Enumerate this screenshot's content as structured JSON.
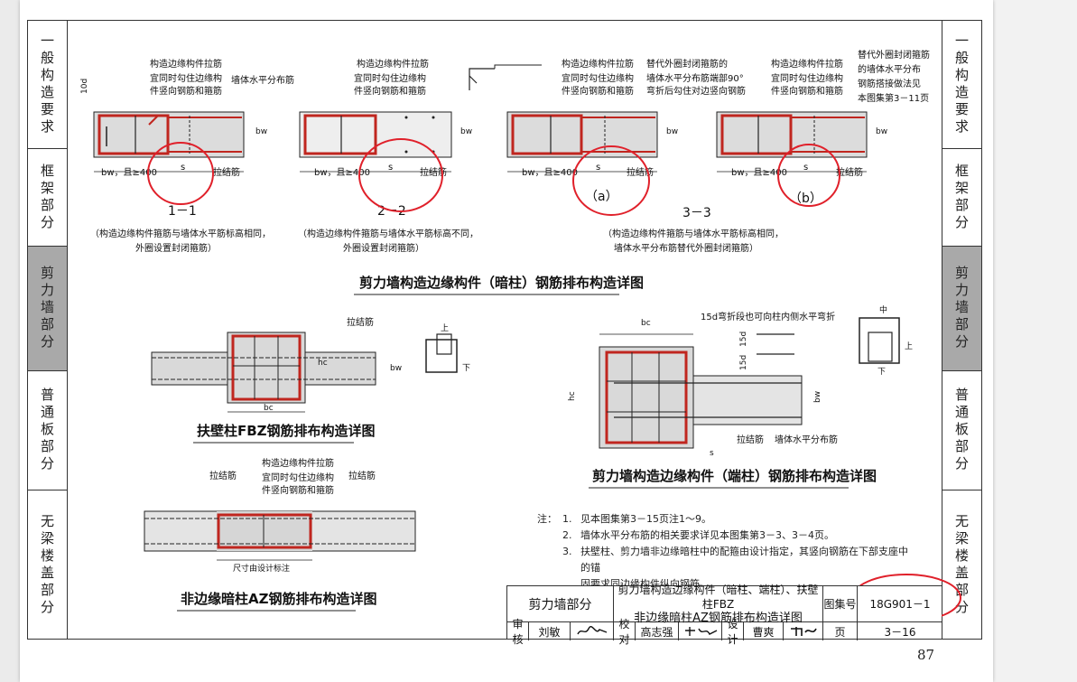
{
  "side_tabs_left": [
    {
      "label": "一般构造要求",
      "active": false
    },
    {
      "label": "框架部分",
      "active": false
    },
    {
      "label": "剪力墙部分",
      "active": true
    },
    {
      "label": "普通板部分",
      "active": false
    },
    {
      "label": "无梁楼盖部分",
      "active": false
    }
  ],
  "side_tabs_right": [
    {
      "label": "一般构造要求",
      "active": false
    },
    {
      "label": "框架部分",
      "active": false
    },
    {
      "label": "剪力墙部分",
      "active": true
    },
    {
      "label": "普通板部分",
      "active": false
    },
    {
      "label": "无梁楼盖部分",
      "active": false
    }
  ],
  "top": {
    "callout_tie_1": "构造边缘构件拉筋",
    "callout_hook_1a": "宜同时勾住边缘构",
    "callout_hook_1b": "件竖向钢筋和箍筋",
    "wall_bar_label": "墙体水平分布筋",
    "callout_tie_2": "构造边缘构件拉筋",
    "callout_hook_2a": "宜同时勾住边缘构",
    "callout_hook_2b": "件竖向钢筋和箍筋",
    "callout_tie_3": "构造边缘构件拉筋",
    "callout_hook_3a": "宜同时勾住边缘构",
    "callout_hook_3b": "件竖向钢筋和箍筋",
    "replace_3a": "替代外圈封闭箍筋的",
    "replace_3b": "墙体水平分布筋端部90°",
    "replace_3c": "弯折后勾住对边竖向钢筋",
    "callout_tie_4": "构造边缘构件拉筋",
    "callout_hook_4a": "宜同时勾住边缘构",
    "callout_hook_4b": "件竖向钢筋和箍筋",
    "replace_4a": "替代外圈封闭箍筋",
    "replace_4b": "的墙体水平分布",
    "replace_4c": "钢筋搭接做法见",
    "replace_4d": "本图集第3－11页",
    "hook_dim": "10d",
    "bw": "bw",
    "width_label": "bw，且≥400",
    "s": "s",
    "tie_label": "拉结筋",
    "sec_1": "1－1",
    "sec_2": "2－2",
    "sec_3": "3－3",
    "sub_a": "（a）",
    "sub_b": "（b）",
    "note_1a": "（构造边缘构件箍筋与墙体水平筋标高相同，",
    "note_1b": "外圈设置封闭箍筋）",
    "note_2a": "（构造边缘构件箍筋与墙体水平筋标高不同，",
    "note_2b": "外圈设置封闭箍筋）",
    "note_3a": "（构造边缘构件箍筋与墙体水平筋标高相同，",
    "note_3b": "墙体水平分布筋替代外圈封闭箍筋）",
    "title": "剪力墙构造边缘构件（暗柱）钢筋排布构造详图"
  },
  "fbz": {
    "tie_label": "拉结筋",
    "hc": "hc",
    "bc": "bc",
    "bw": "bw",
    "up": "上",
    "down": "下",
    "title": "扶壁柱FBZ钢筋排布构造详图"
  },
  "end_column": {
    "bc": "bc",
    "hc": "hc",
    "bw": "bw",
    "s": "s",
    "bend_note": "15d弯折段也可向柱内侧水平弯折",
    "d15": "15d",
    "tie_label": "拉结筋",
    "wall_bar_label": "墙体水平分布筋",
    "mid": "中",
    "up": "上",
    "down": "下",
    "title": "剪力墙构造边缘构件（端柱）钢筋排布构造详图"
  },
  "az": {
    "tie_left": "拉结筋",
    "callout_tie": "构造边缘构件拉筋",
    "callout_hook_a": "宜同时勾住边缘构",
    "callout_hook_b": "件竖向钢筋和箍筋",
    "tie_right": "拉结筋",
    "dim_label": "尺寸由设计标注",
    "title": "非边缘暗柱AZ钢筋排布构造详图"
  },
  "notes": {
    "label": "注：",
    "items": [
      {
        "n": "1.",
        "lines": [
          "见本图集第3－15页注1～9。"
        ]
      },
      {
        "n": "2.",
        "lines": [
          "墙体水平分布筋的相关要求详见本图集第3－3、3－4页。"
        ]
      },
      {
        "n": "3.",
        "lines": [
          "扶壁柱、剪力墙非边缘暗柱中的配箍由设计指定，其竖向钢筋在下部支座中的锚",
          "固要求同边缘构件纵向钢筋。"
        ]
      }
    ]
  },
  "title_block": {
    "part": "剪力墙部分",
    "drawing_title_1": "剪力墙构造边缘构件（暗柱、端柱）、扶壁柱FBZ",
    "drawing_title_2": "非边缘暗柱AZ钢筋排布构造详图",
    "atlas_label": "图集号",
    "atlas_no": "18G901－1",
    "review_label": "审核",
    "review_name": "刘敏",
    "check_label": "校对",
    "check_name": "高志强",
    "design_label": "设计",
    "design_name": "曹爽",
    "page_label": "页",
    "page_no": "3－16"
  },
  "page_number": "87",
  "colors": {
    "rebar_red": "#c0261f",
    "ink": "#1a1a1a",
    "annotation_circle": "#e0202a",
    "tab_active": "#a9a9a9"
  }
}
